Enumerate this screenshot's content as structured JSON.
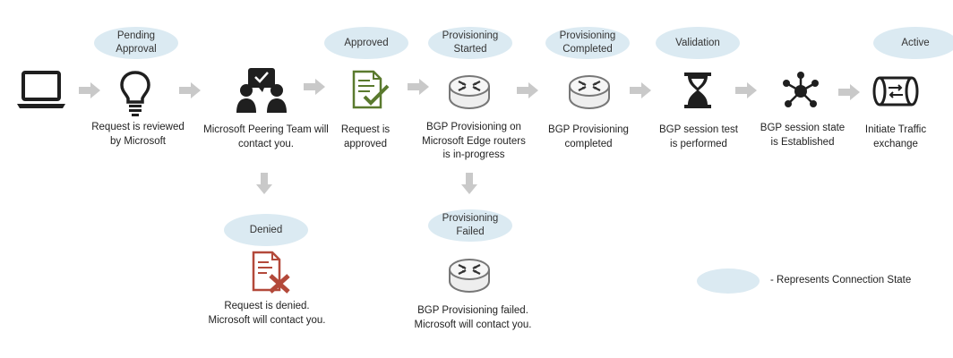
{
  "colors": {
    "state_oval": "#dbeaf2",
    "arrow": "#c9c9c9",
    "approved_icon": "#5a7a2e",
    "denied_icon": "#b3493a",
    "icon_dark": "#1f1f1f"
  },
  "states": {
    "pending": "Pending\nApproval",
    "approved": "Approved",
    "prov_started": "Provisioning\nStarted",
    "prov_completed": "Provisioning\nCompleted",
    "validation": "Validation",
    "active": "Active",
    "denied": "Denied",
    "prov_failed": "Provisioning\nFailed"
  },
  "captions": {
    "reviewed": "Request is reviewed\nby Microsoft",
    "team": "Microsoft Peering Team will\ncontact you.",
    "approved": "Request is\napproved",
    "in_progress": "BGP Provisioning on\nMicrosoft Edge routers\nis in-progress",
    "completed": "BGP Provisioning\ncompleted",
    "session_test": "BGP session test\nis performed",
    "established": "BGP session state\nis Established",
    "traffic": "Initiate Traffic\nexchange",
    "denied": "Request is denied.\nMicrosoft will contact you.",
    "failed": "BGP Provisioning failed.\nMicrosoft will contact you."
  },
  "icons": {
    "laptop": "laptop-icon",
    "lightbulb": "lightbulb-icon",
    "team": "meeting-team-icon",
    "approved": "document-checkmark-icon",
    "router": "router-icon",
    "hourglass": "hourglass-icon",
    "network": "network-hub-icon",
    "pipe": "traffic-pipe-icon",
    "denied": "document-x-icon"
  },
  "legend": {
    "text": "- Represents  Connection State"
  }
}
